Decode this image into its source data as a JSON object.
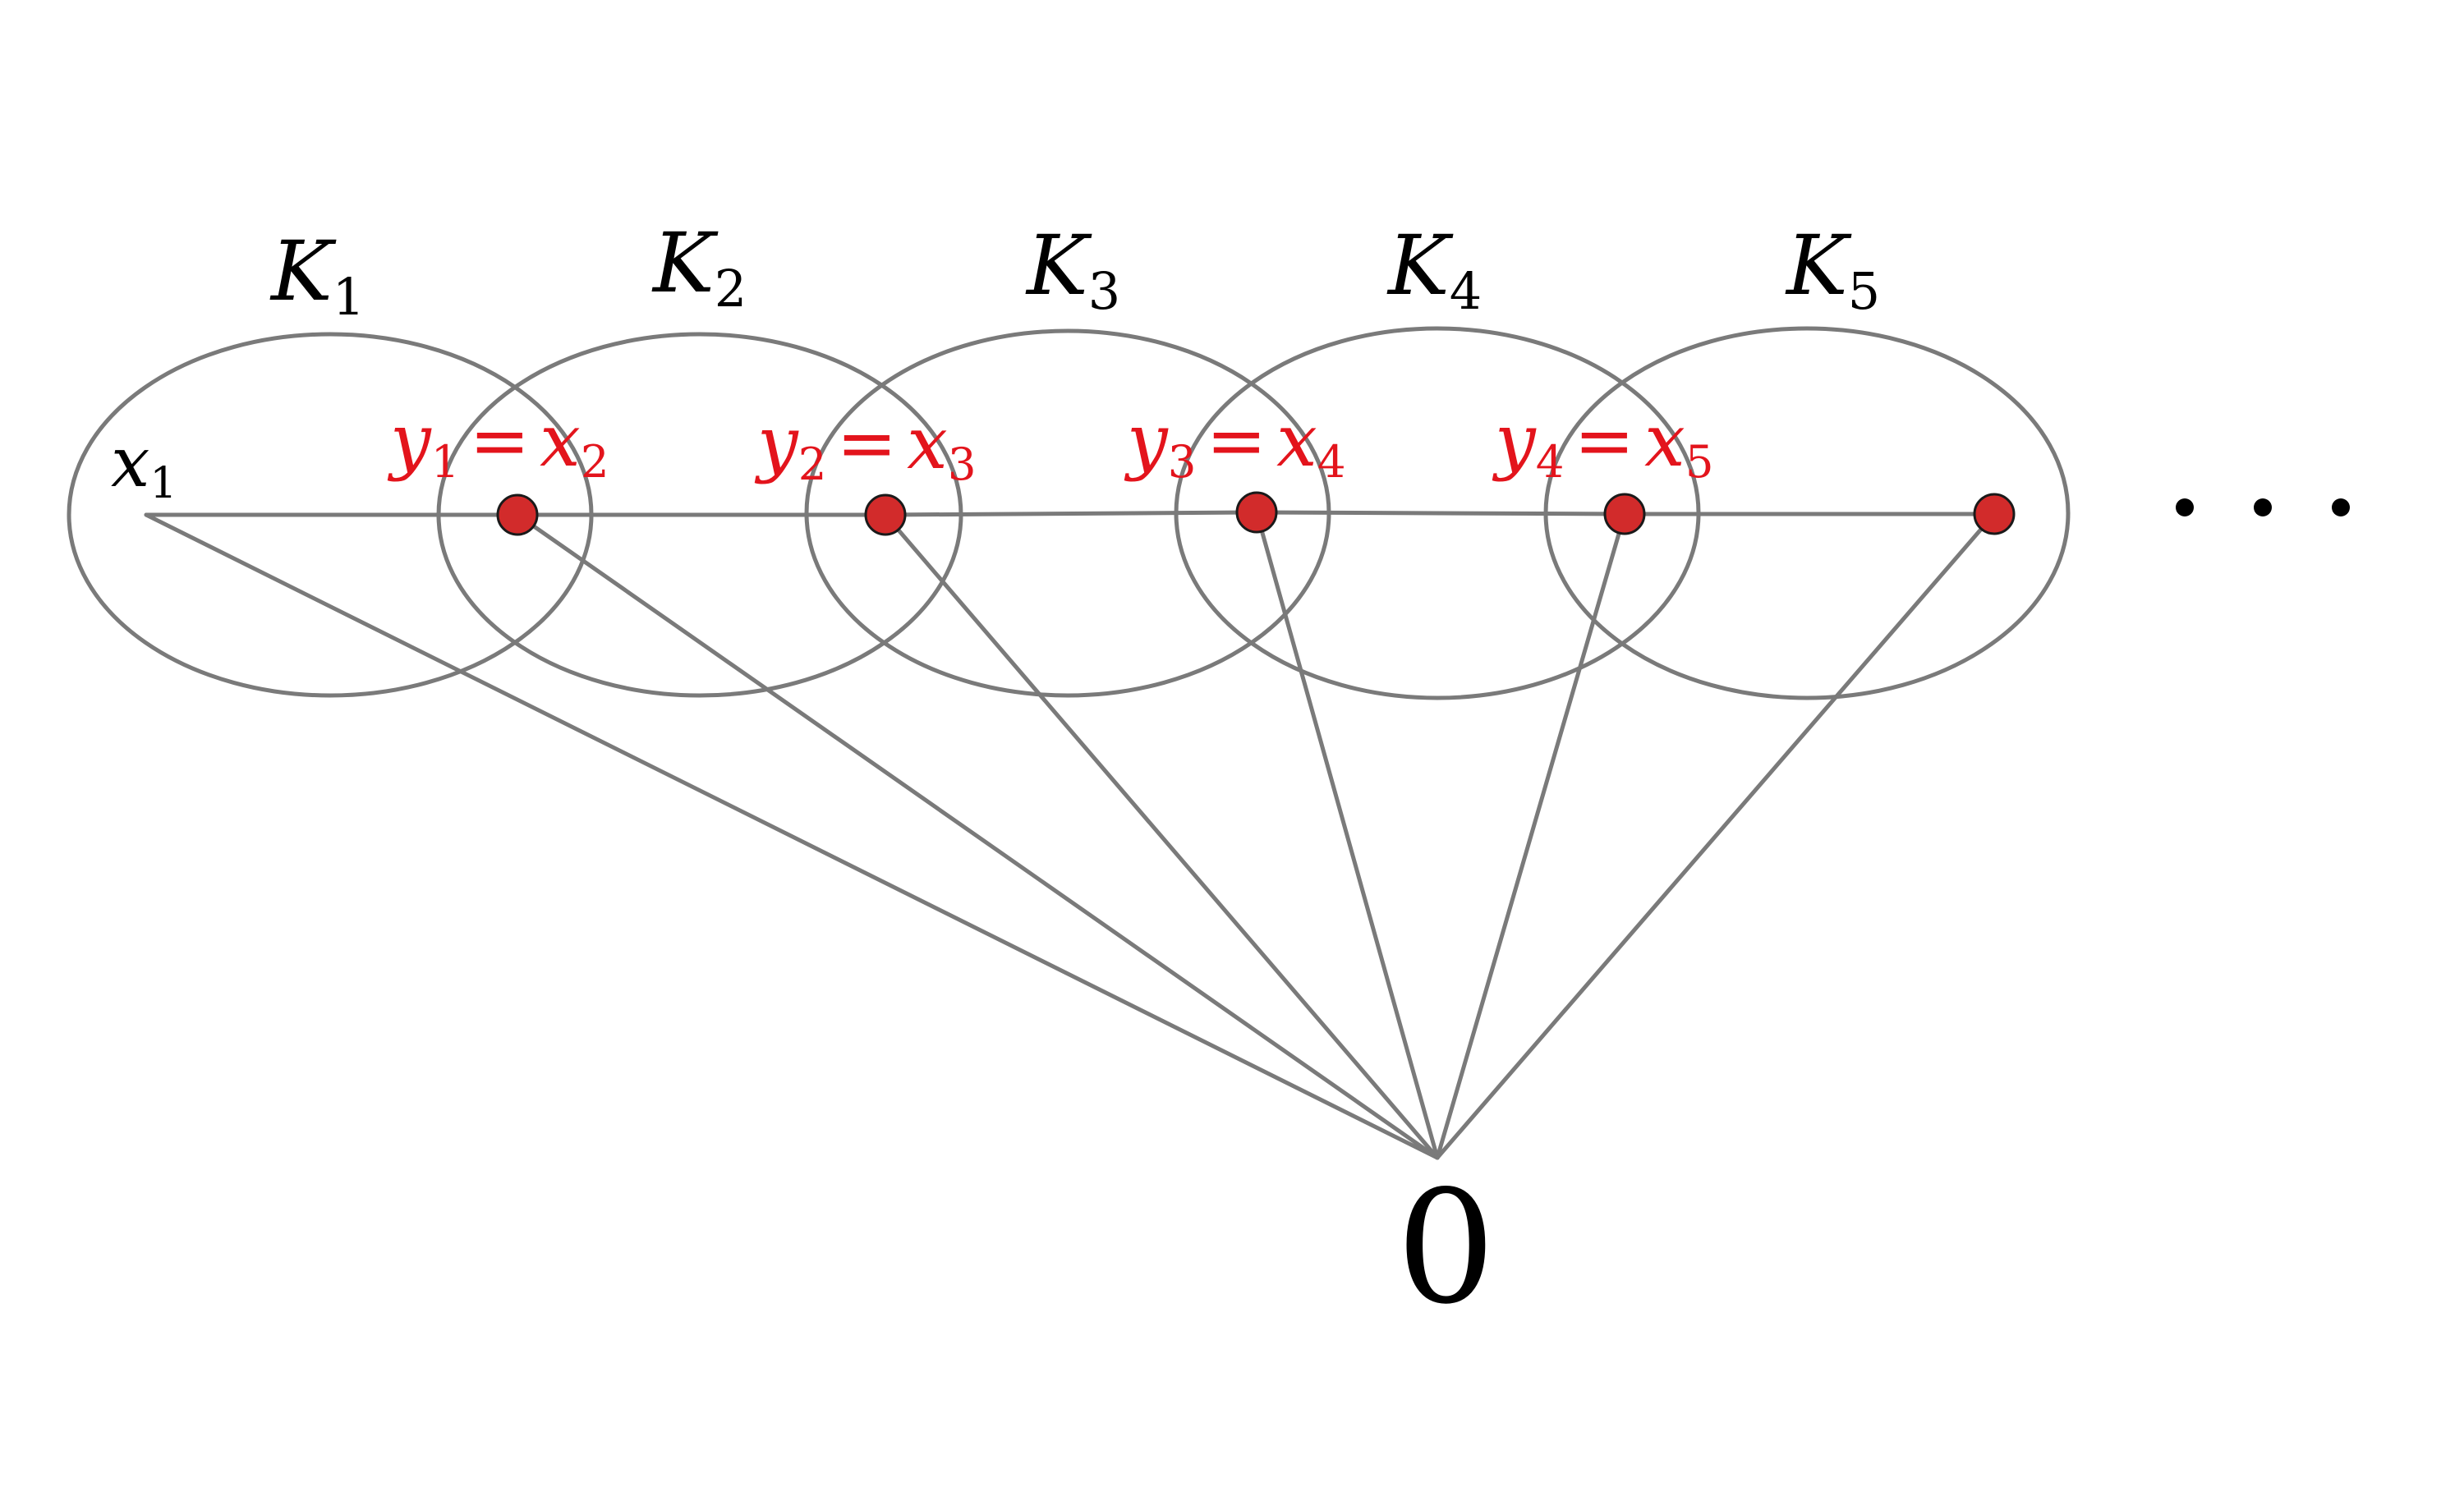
{
  "sets": [
    {
      "name": "K",
      "index": "1"
    },
    {
      "name": "K",
      "index": "2"
    },
    {
      "name": "K",
      "index": "3"
    },
    {
      "name": "K",
      "index": "4"
    },
    {
      "name": "K",
      "index": "5"
    }
  ],
  "start_label": {
    "name": "x",
    "index": "1"
  },
  "junction_labels": [
    {
      "left": "y",
      "left_index": "1",
      "eq": "=",
      "right": "x",
      "right_index": "2"
    },
    {
      "left": "y",
      "left_index": "2",
      "eq": "=",
      "right": "x",
      "right_index": "3"
    },
    {
      "left": "y",
      "left_index": "3",
      "eq": "=",
      "right": "x",
      "right_index": "4"
    },
    {
      "left": "y",
      "left_index": "4",
      "eq": "=",
      "right": "x",
      "right_index": "5"
    }
  ],
  "origin_label": "0",
  "ellipsis": "...",
  "colors": {
    "outline": "#7a7a7a",
    "node_fill": "#d22b2b",
    "highlight_text": "#e3141c",
    "text": "#000000"
  }
}
